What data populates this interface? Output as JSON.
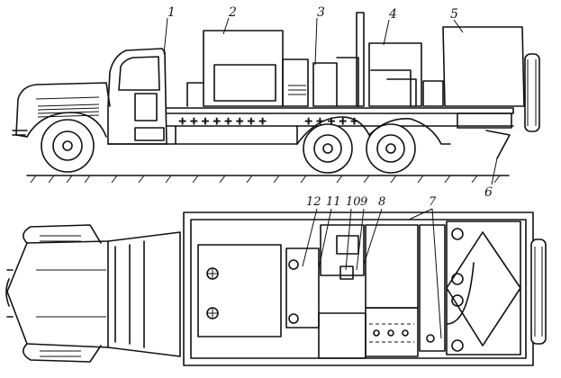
{
  "callouts": {
    "side_view": [
      "1",
      "2",
      "3",
      "4",
      "5",
      "6"
    ],
    "top_view": [
      "12",
      "11",
      "10",
      "9",
      "8",
      "7"
    ]
  }
}
